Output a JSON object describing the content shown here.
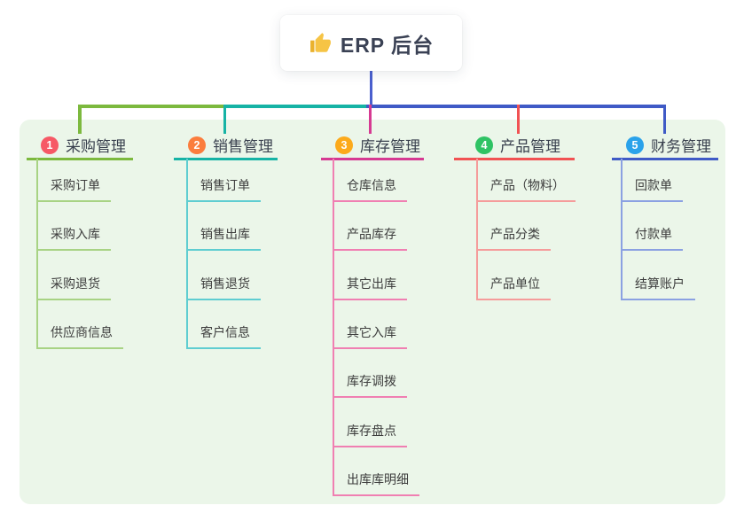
{
  "root": {
    "icon": "thumbs-up-icon",
    "label": "ERP 后台",
    "line_color": "#4a5fce"
  },
  "panel": {
    "background": "#ebf6e9"
  },
  "branches": [
    {
      "badge": "1",
      "title": "采购管理",
      "badge_color": "#f65966",
      "line_color": "#7cb93e",
      "child_line_color": "#a8d384",
      "children": [
        "采购订单",
        "采购入库",
        "采购退货",
        "供应商信息"
      ]
    },
    {
      "badge": "2",
      "title": "销售管理",
      "badge_color": "#fb7d3d",
      "line_color": "#16b3a5",
      "child_line_color": "#5fcdd1",
      "children": [
        "销售订单",
        "销售出库",
        "销售退货",
        "客户信息"
      ]
    },
    {
      "badge": "3",
      "title": "库存管理",
      "badge_color": "#fcaa1b",
      "line_color": "#d63a92",
      "child_line_color": "#f07fb2",
      "children": [
        "仓库信息",
        "产品库存",
        "其它出库",
        "其它入库",
        "库存调拨",
        "库存盘点",
        "出库库明细"
      ]
    },
    {
      "badge": "4",
      "title": "产品管理",
      "badge_color": "#2fc364",
      "line_color": "#f15253",
      "child_line_color": "#f59c9b",
      "children": [
        "产品（物料）",
        "产品分类",
        "产品单位"
      ]
    },
    {
      "badge": "5",
      "title": "财务管理",
      "badge_color": "#2aa2ea",
      "line_color": "#3f5ac6",
      "child_line_color": "#8ba1e2",
      "children": [
        "回款单",
        "付款单",
        "结算账户"
      ]
    }
  ]
}
